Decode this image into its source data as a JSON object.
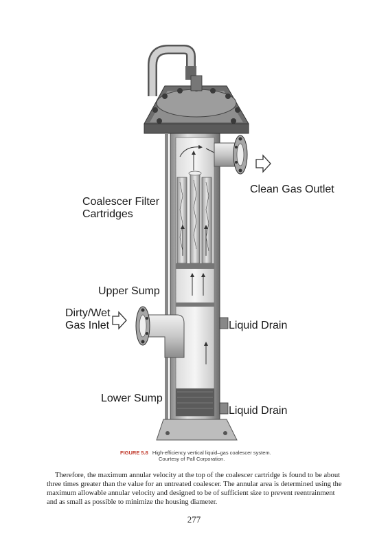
{
  "figure": {
    "labels": {
      "clean_gas_outlet": "Clean Gas Outlet",
      "coalescer_line1": "Coalescer Filter",
      "coalescer_line2": "Cartridges",
      "upper_sump": "Upper Sump",
      "inlet_line1": "Dirty/Wet",
      "inlet_line2": "Gas Inlet",
      "liquid_drain_upper": "Liquid Drain",
      "lower_sump": "Lower Sump",
      "liquid_drain_lower": "Liquid Drain"
    },
    "caption": {
      "number": "FIGURE 5.8",
      "text": "High-efficiency vertical liquid–gas coalescer system.",
      "credit": "Courtesy of Pall Corporation."
    }
  },
  "body_paragraph": "Therefore, the maximum annular velocity at the top of the coalescer cartridge is found to be about three times greater than the value for an untreated coalescer. The annular area is determined using the maximum allowable annular velocity and designed to be of sufficient size to prevent reentrainment and as small as possible to minimize the housing diameter.",
  "page_number": "277"
}
